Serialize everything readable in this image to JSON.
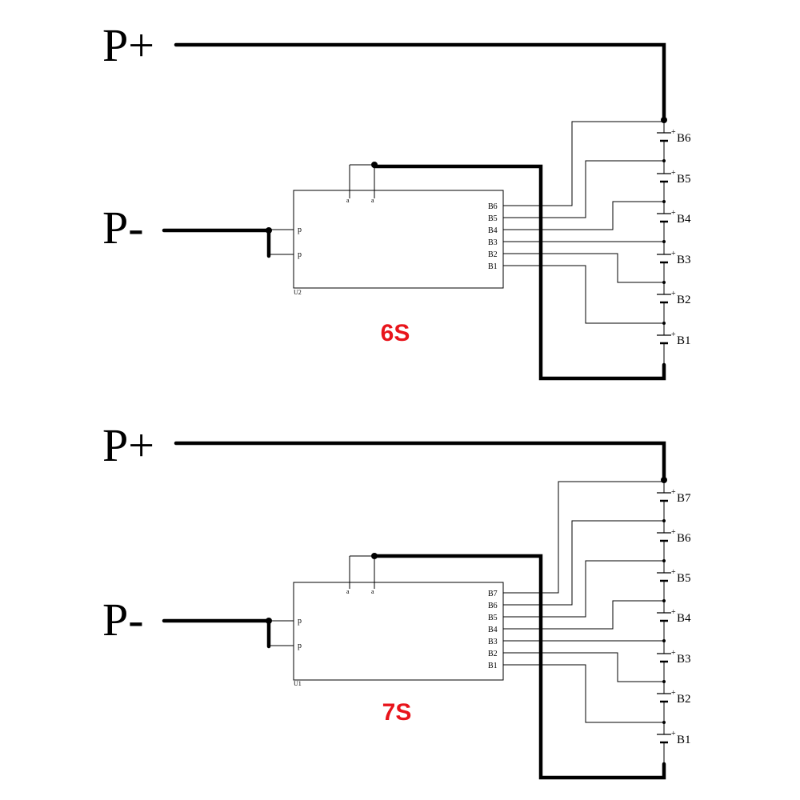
{
  "diagrams": [
    {
      "terminal_positive": "P+",
      "terminal_negative": "P-",
      "config_label": "6S",
      "chip_id": "U2",
      "cells": [
        "B6",
        "B5",
        "B4",
        "B3",
        "B2",
        "B1"
      ],
      "chip_pins": [
        "B6",
        "B5",
        "B4",
        "B3",
        "B2",
        "B1"
      ],
      "plus_sign": "+"
    },
    {
      "terminal_positive": "P+",
      "terminal_negative": "P-",
      "config_label": "7S",
      "chip_id": "U1",
      "cells": [
        "B7",
        "B6",
        "B5",
        "B4",
        "B3",
        "B2",
        "B1"
      ],
      "chip_pins": [
        "B7",
        "B6",
        "B5",
        "B4",
        "B3",
        "B2",
        "B1"
      ],
      "plus_sign": "+"
    }
  ],
  "colors": {
    "config_label": "#e8141b",
    "wire": "#000000"
  }
}
